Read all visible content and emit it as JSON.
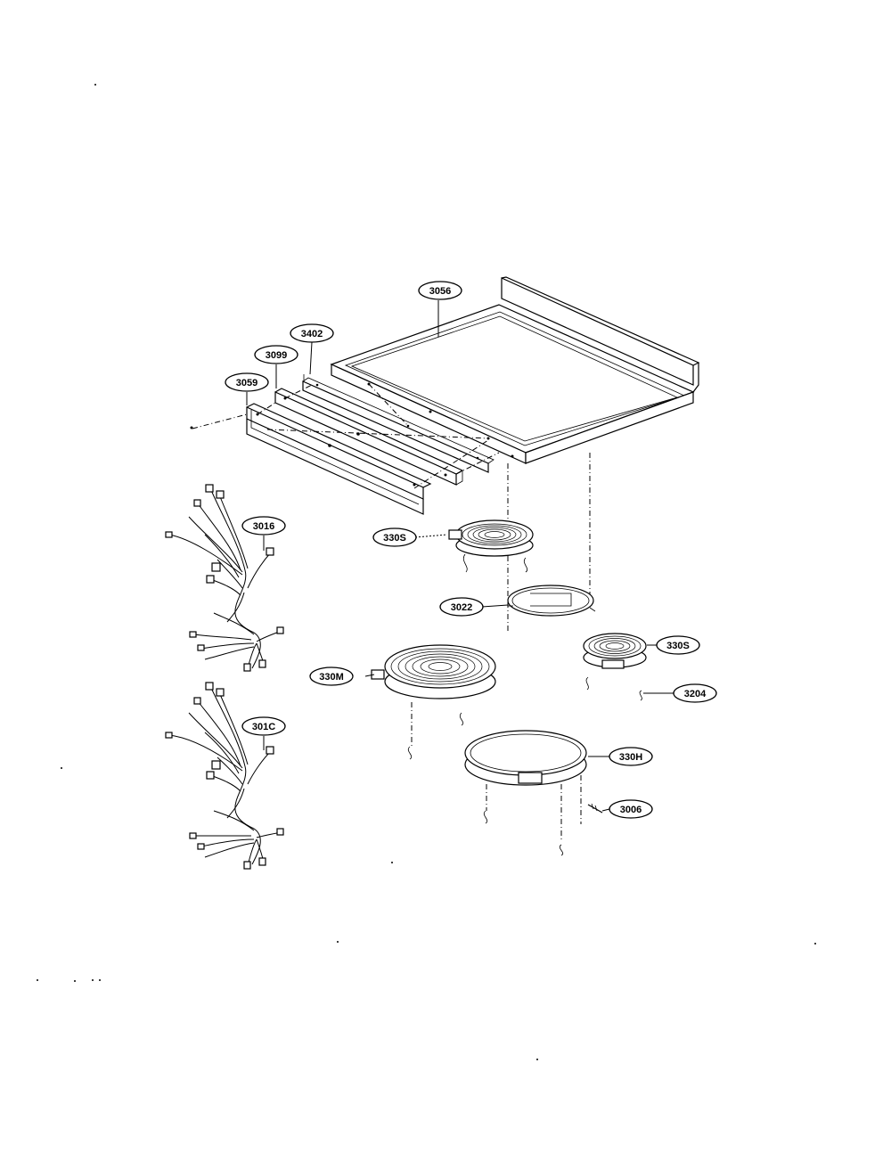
{
  "labels": {
    "cooktop_frame": "3056",
    "bracket_rear": "3402",
    "bracket_mid": "3099",
    "bracket_front": "3059",
    "harness_upper": "3016",
    "harness_lower": "301C",
    "element_small_top": "330S",
    "element_small_right": "330S",
    "element_medium": "330M",
    "element_large": "330H",
    "support_ring": "3022",
    "clip": "3204",
    "screw": "3006"
  }
}
